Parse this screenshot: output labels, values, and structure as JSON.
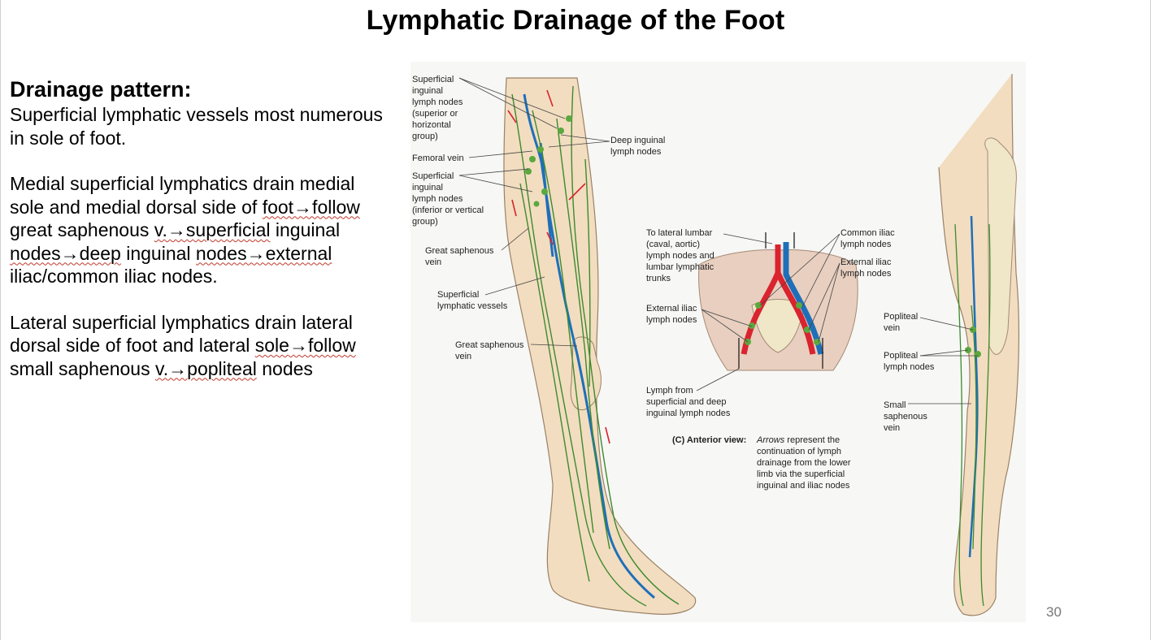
{
  "title": "Lymphatic Drainage of the Foot",
  "text": {
    "heading": "Drainage pattern:",
    "intro": "Superficial lymphatic vessels most numerous in sole of foot.",
    "medial": {
      "a": "Medial superficial lymphatics drain medial sole and medial dorsal side of ",
      "b": "foot→follow",
      "c": " great saphenous ",
      "d": "v.→superficial",
      "e": " inguinal ",
      "f": "nodes→deep",
      "g": " inguinal ",
      "h": "nodes→external",
      "i": " iliac/common iliac nodes."
    },
    "lateral": {
      "a": "Lateral superficial lymphatics drain lateral dorsal side of foot and lateral ",
      "b": "sole→follow",
      "c": " small saphenous ",
      "d": "v.→popliteal",
      "e": " nodes"
    }
  },
  "figure": {
    "labels": {
      "sup_ing_horizontal": "Superficial\ninguinal\nlymph nodes\n(superior or\nhorizontal\ngroup)",
      "femoral_vein": "Femoral vein",
      "sup_ing_vertical": "Superficial\ninguinal\nlymph nodes\n(inferior or vertical\ngroup)",
      "great_saphenous_1": "Great saphenous\nvein",
      "sup_lymph_vessels": "Superficial\nlymphatic vessels",
      "great_saphenous_2": "Great saphenous\nvein",
      "deep_inguinal": "Deep inguinal\nlymph nodes",
      "lateral_lumbar": "To lateral lumbar\n(caval, aortic)\nlymph nodes and\nlumbar lymphatic\ntrunks",
      "common_iliac": "Common iliac\nlymph nodes",
      "external_iliac_r": "External iliac\nlymph nodes",
      "external_iliac_l": "External iliac\nlymph nodes",
      "lymph_from": "Lymph from\nsuperficial and deep\ninguinal lymph nodes",
      "caption_bold": "(C) Anterior view:",
      "caption_italic": "Arrows",
      "caption_rest": " represent the\ncontinuation of lymph\ndrainage from the lower\nlimb via the superficial\ninguinal and iliac nodes",
      "popliteal_vein": "Popliteal\nvein",
      "popliteal_nodes": "Popliteal\nlymph nodes",
      "small_saphenous": "Small\nsaphenous\nvein"
    },
    "colors": {
      "skin": "#f2ddc0",
      "vein": "#1f6fb8",
      "lymph": "#3d8a2e",
      "artery": "#d9232f",
      "bone": "#f0e6c8"
    }
  },
  "page_number": "30"
}
